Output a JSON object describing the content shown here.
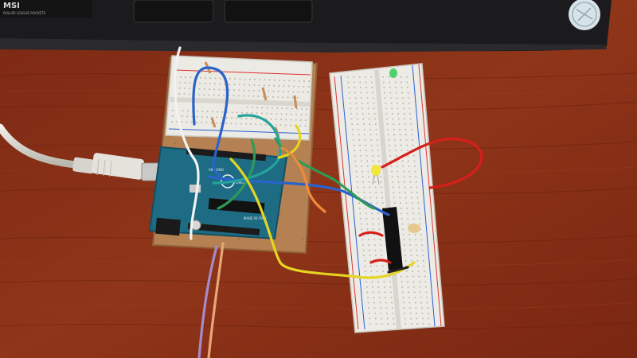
{
  "photo": {
    "subject": "",
    "colors": {
      "desk": "#8e3319",
      "desk_dark": "#6e2411",
      "laptop": "#1d1d1f",
      "breadboard": "#ecebe6",
      "board_pcb": "#1f6f86",
      "cork": "#b78454",
      "usb_cable": "#d8d6cf",
      "wire_blue": "#2a63c9",
      "wire_yellow": "#e6d521",
      "wire_green": "#2f9a57",
      "wire_orange": "#ef8a3b",
      "wire_red": "#d71f1a",
      "wire_white": "#f2f2f2",
      "wire_purple": "#a58bc8",
      "chip": "#111111",
      "led_yellow": "#f3e53c",
      "led_green": "#4fd16b"
    }
  },
  "labels": {
    "laptop_sticker": "MSI",
    "laptop_sticker_sub": "ROLLER LEAGUE ROCKETS",
    "board_logo": "UNO",
    "board_brand": "ARDUINO",
    "board_made": "MADE IN ITALY"
  }
}
